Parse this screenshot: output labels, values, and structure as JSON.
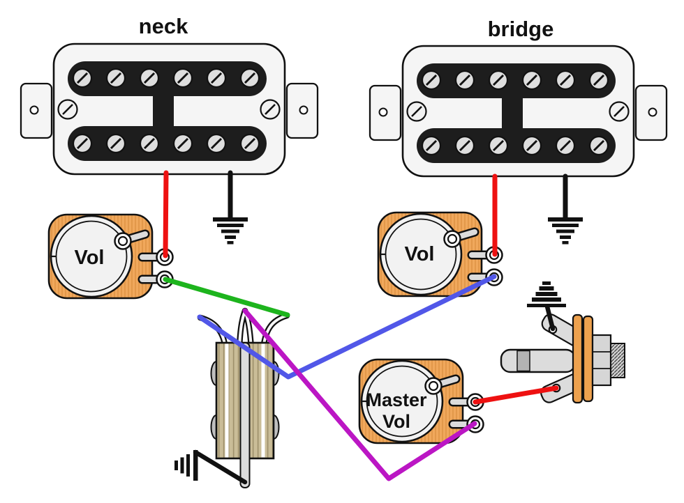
{
  "labels": {
    "neck": "neck",
    "bridge": "bridge",
    "neck_volume": "Vol",
    "bridge_volume": "Vol",
    "master_volume_line1": "Master",
    "master_volume_line2": "Vol"
  },
  "colors": {
    "wire_red": "#ee1111",
    "wire_black": "#111111",
    "wire_green": "#1db41d",
    "wire_blue": "#5157e8",
    "wire_purple": "#bb16c4",
    "pot_body_orange": "#f0a85c",
    "pot_knob_face": "#f2f2f2",
    "pickup_body_white": "#f5f5f5",
    "pickup_bobbin_black": "#1d1d1d",
    "switch_body_tan": "#cabd98",
    "metal_gray": "#dcdcdc",
    "jack_washer_orange": "#eda14e"
  }
}
